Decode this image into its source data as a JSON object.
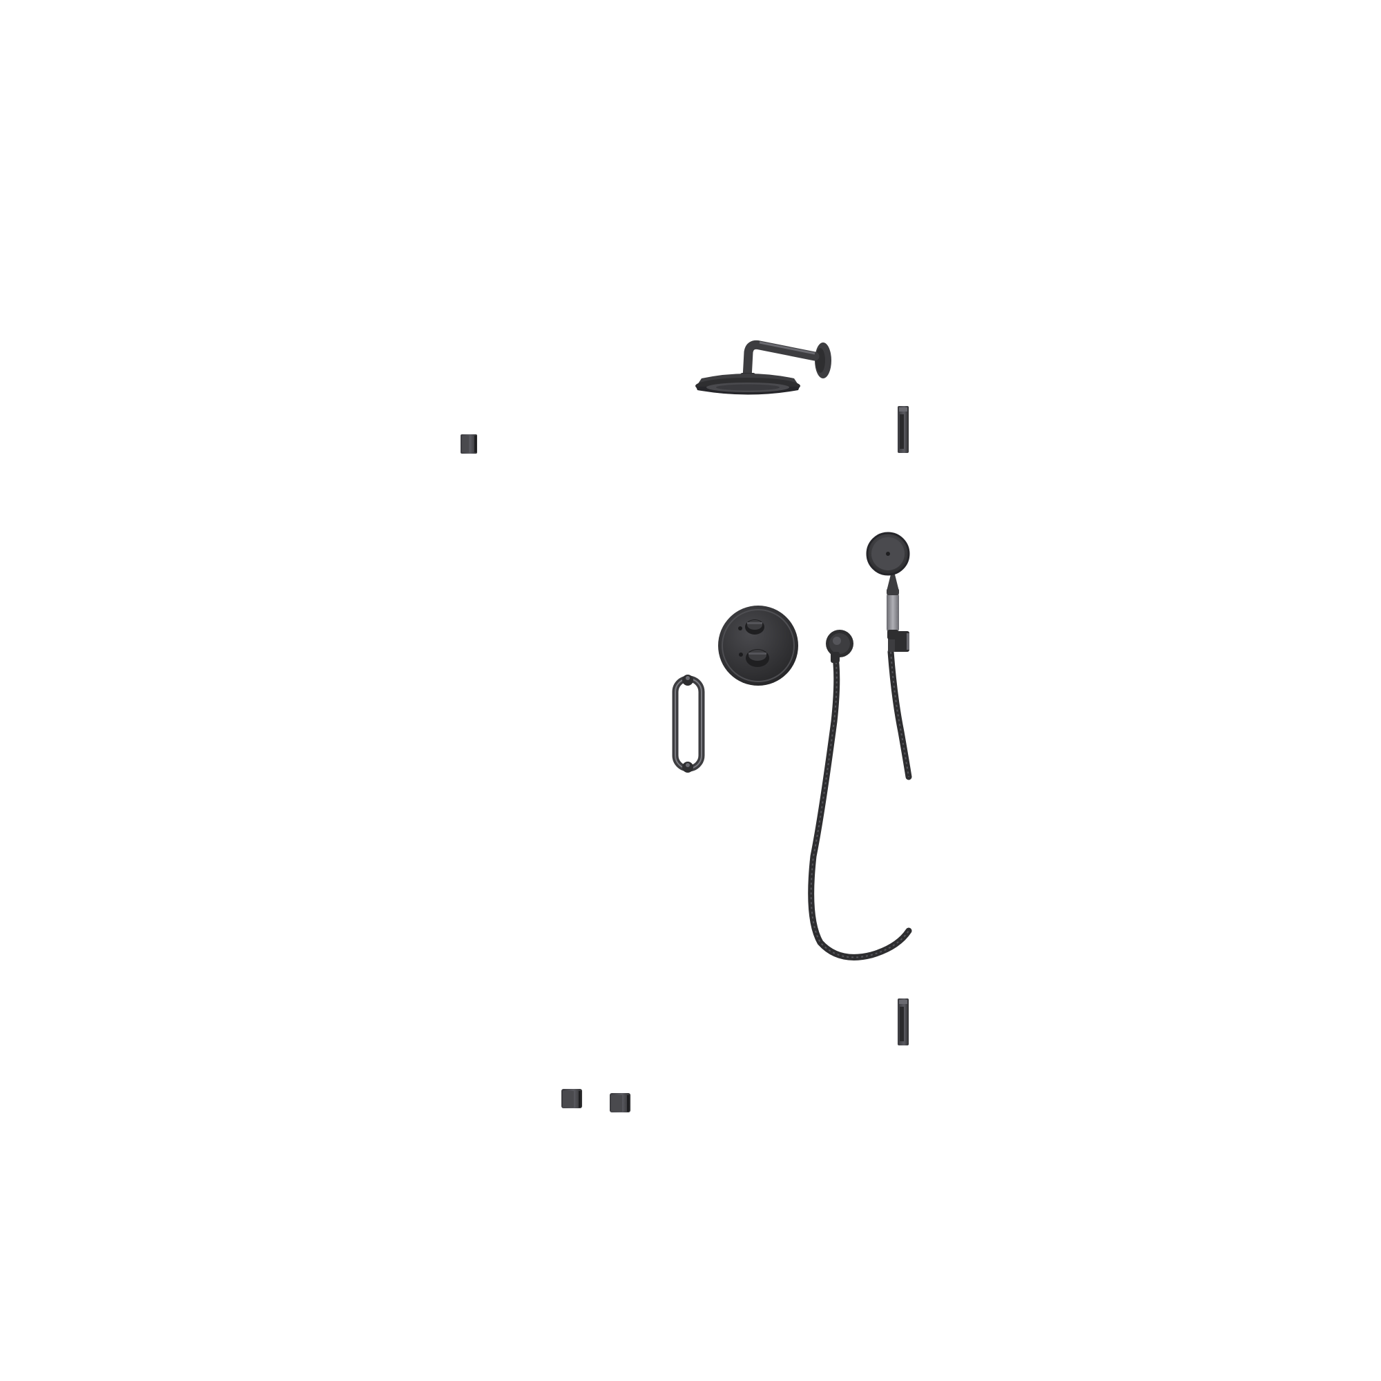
{
  "scene": {
    "background": "#ffffff",
    "colors": {
      "finish_dark": "#2e2e30",
      "finish_mid": "#3d3d40",
      "finish_light": "#55555a",
      "highlight": "#8a8a90",
      "handle_grip": "#9a9aa0"
    },
    "components": [
      "overhead-rain-shower",
      "thermostatic-mixer",
      "wall-outlet-elbow",
      "hand-shower",
      "hand-shower-holder",
      "shower-hose",
      "grab-bar",
      "body-jet",
      "body-jet",
      "body-jet",
      "body-jet",
      "body-jet"
    ]
  }
}
